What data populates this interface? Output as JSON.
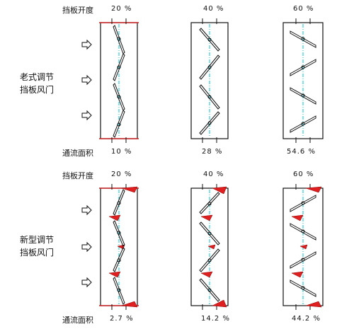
{
  "top_section": {
    "opening_label": "挡板开度",
    "area_label": "通流面积",
    "side_label_line1": "老式调节",
    "side_label_line2": "挡板风门",
    "openings": [
      "20 %",
      "40 %",
      "60 %"
    ],
    "areas": [
      "10 %",
      "28 %",
      "54.6 %"
    ]
  },
  "bottom_section": {
    "opening_label": "挡板开度",
    "area_label": "通流面积",
    "side_label_line1": "新型调节",
    "side_label_line2": "挡板风门",
    "openings": [
      "20 %",
      "40 %",
      "60 %"
    ],
    "areas": [
      "2.7 %",
      "14.2 %",
      "44.2 %"
    ]
  },
  "colors": {
    "frame": "#111111",
    "centerline": "#00c8d8",
    "accent_red": "#e02020"
  },
  "icons": {
    "flow_arrow": "right-arrow-icon"
  }
}
